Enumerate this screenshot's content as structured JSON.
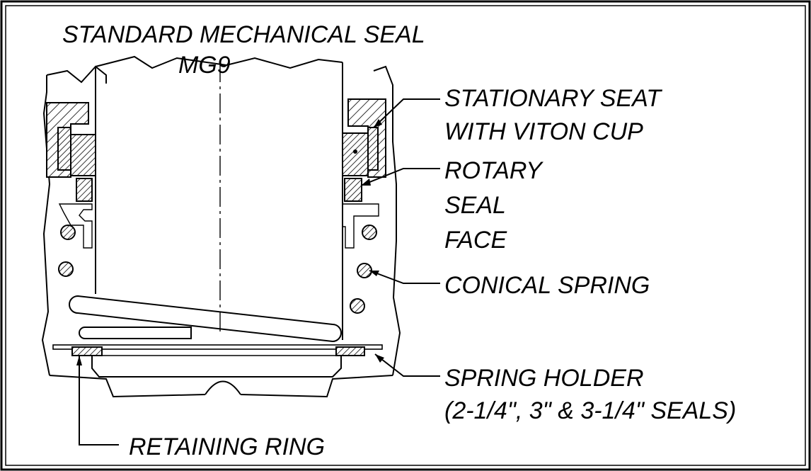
{
  "title": {
    "line1": "STANDARD MECHANICAL SEAL",
    "line2": "MG9"
  },
  "callouts": {
    "stationary_seat": {
      "line1": "STATIONARY SEAT",
      "line2": "WITH VITON CUP"
    },
    "rotary_face": {
      "line1": "ROTARY",
      "line2": "SEAL",
      "line3": "FACE"
    },
    "conical_spring": {
      "line1": "CONICAL SPRING"
    },
    "spring_holder": {
      "line1": "SPRING HOLDER",
      "line2": "(2-1/4\", 3\" & 3-1/4\" SEALS)"
    },
    "retaining_ring": {
      "line1": "RETAINING RING"
    }
  },
  "colors": {
    "ink": "#000000",
    "background": "#ffffff"
  }
}
